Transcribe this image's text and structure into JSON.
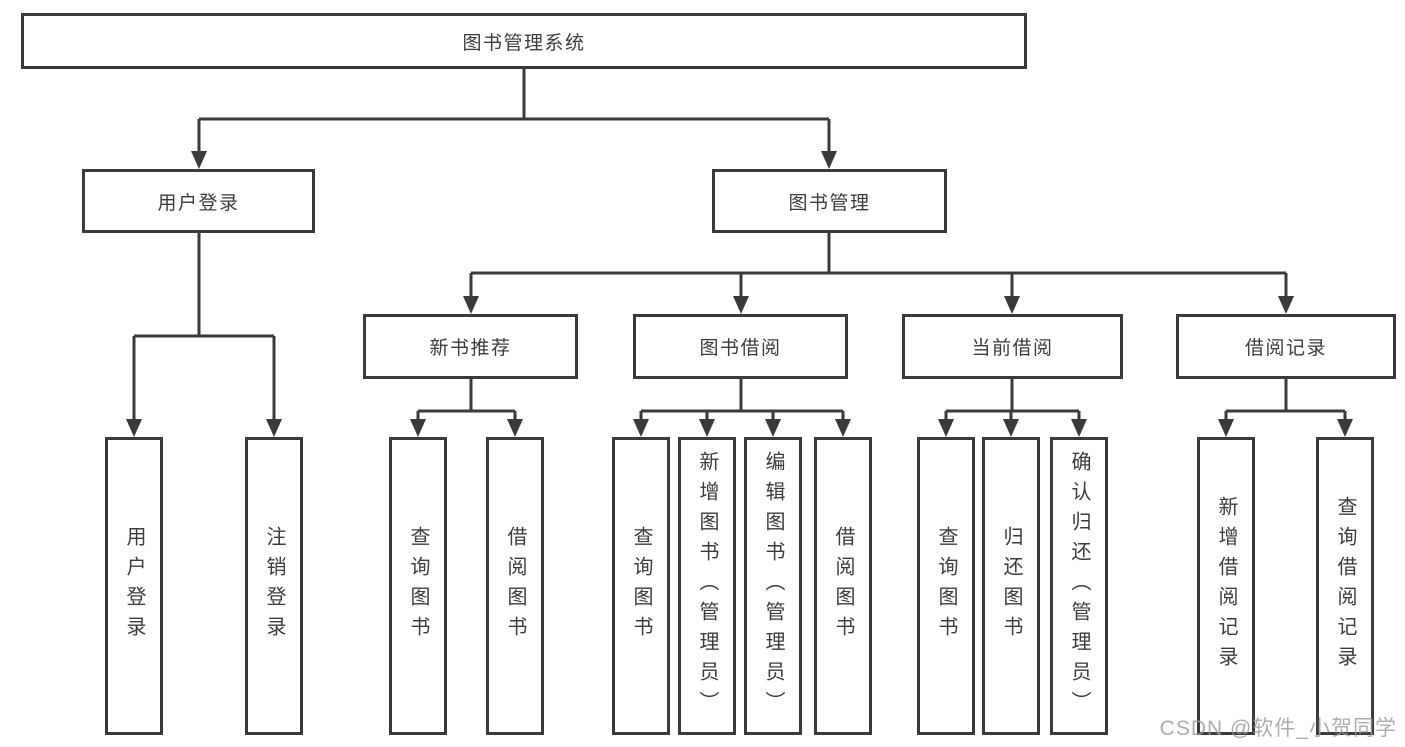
{
  "tree": {
    "label": "图书管理系统",
    "children": [
      {
        "label": "用户登录",
        "children": [
          {
            "label": "用户登录"
          },
          {
            "label": "注销登录"
          }
        ]
      },
      {
        "label": "图书管理",
        "children": [
          {
            "label": "新书推荐",
            "children": [
              {
                "label": "查询图书"
              },
              {
                "label": "借阅图书"
              }
            ]
          },
          {
            "label": "图书借阅",
            "children": [
              {
                "label": "查询图书"
              },
              {
                "label": "新增图书（管理员）"
              },
              {
                "label": "编辑图书（管理员）"
              },
              {
                "label": "借阅图书"
              }
            ]
          },
          {
            "label": "当前借阅",
            "children": [
              {
                "label": "查询图书"
              },
              {
                "label": "归还图书"
              },
              {
                "label": "确认归还（管理员）"
              }
            ]
          },
          {
            "label": "借阅记录",
            "children": [
              {
                "label": "新增借阅记录"
              },
              {
                "label": "查询借阅记录"
              }
            ]
          }
        ]
      }
    ]
  },
  "watermark": {
    "text": "CSDN @软件_小贺同学"
  },
  "colors": {
    "line": "#3a3a3a",
    "box_border": "#3a3a3a",
    "text": "#3c3c3c",
    "watermark_text": "#9c9c9c",
    "background": "#ffffff"
  }
}
